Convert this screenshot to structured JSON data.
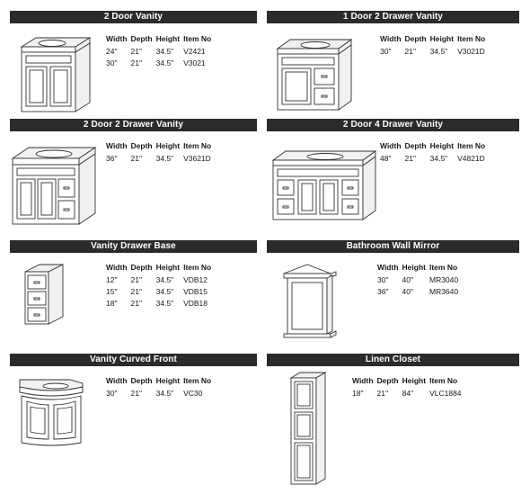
{
  "columns": [
    "Width",
    "Depth",
    "Height",
    "Item No"
  ],
  "sections": [
    {
      "title": "2 Door Vanity",
      "rows": [
        [
          "24\"",
          "21\"",
          "34.5\"",
          "V2421"
        ],
        [
          "30\"",
          "21\"",
          "34.5\"",
          "V3021"
        ]
      ]
    },
    {
      "title": "1 Door 2 Drawer Vanity",
      "rows": [
        [
          "30\"",
          "21\"",
          "34.5\"",
          "V3021D"
        ]
      ]
    },
    {
      "title": "2 Door 2 Drawer Vanity",
      "rows": [
        [
          "36\"",
          "21\"",
          "34.5\"",
          "V3621D"
        ]
      ]
    },
    {
      "title": "2 Door 4 Drawer Vanity",
      "rows": [
        [
          "48\"",
          "21\"",
          "34.5\"",
          "V4821D"
        ]
      ]
    },
    {
      "title": "Vanity Drawer Base",
      "rows": [
        [
          "12\"",
          "21\"",
          "34.5\"",
          "VDB12"
        ],
        [
          "15\"",
          "21\"",
          "34.5\"",
          "VDB15"
        ],
        [
          "18\"",
          "21\"",
          "34.5\"",
          "VDB18"
        ]
      ]
    },
    {
      "title": "Bathroom Wall Mirror",
      "rows": [
        [
          "30\"",
          "40\"",
          "",
          "MR3040"
        ],
        [
          "36\"",
          "40\"",
          "",
          "MR3640"
        ]
      ]
    },
    {
      "title": "Vanity Curved Front",
      "rows": [
        [
          "30\"",
          "21\"",
          "34.5\"",
          "VC30"
        ]
      ]
    },
    {
      "title": "Linen Closet",
      "rows": [
        [
          "18\"",
          "21\"",
          "84\"",
          "VLC1884"
        ]
      ]
    }
  ]
}
